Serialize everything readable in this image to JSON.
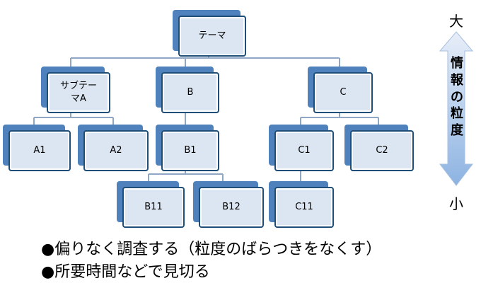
{
  "nodes": {
    "theme": "テーマ",
    "subtheme_a_line1": "サブテー",
    "subtheme_a_line2": "マA",
    "b": "B",
    "c": "C",
    "a1": "A1",
    "a2": "A2",
    "b1": "B1",
    "c1": "C1",
    "c2": "C2",
    "b11": "B11",
    "b12": "B12",
    "c11": "C11"
  },
  "scale": {
    "top": "大",
    "bottom": "小",
    "label_chars": [
      "情",
      "報",
      "の",
      "粒",
      "度"
    ]
  },
  "bullets": [
    "●偏りなく調査する（粒度のばらつきをなくす）",
    "●所要時間などで見切る"
  ],
  "colors": {
    "box_back": "#4f81bd",
    "box_fill": "#dce6f2",
    "box_border": "#1f4e79",
    "connector": "#8fa6c4",
    "arrow_top": "#e8eef8",
    "arrow_bottom": "#8db3e2"
  }
}
